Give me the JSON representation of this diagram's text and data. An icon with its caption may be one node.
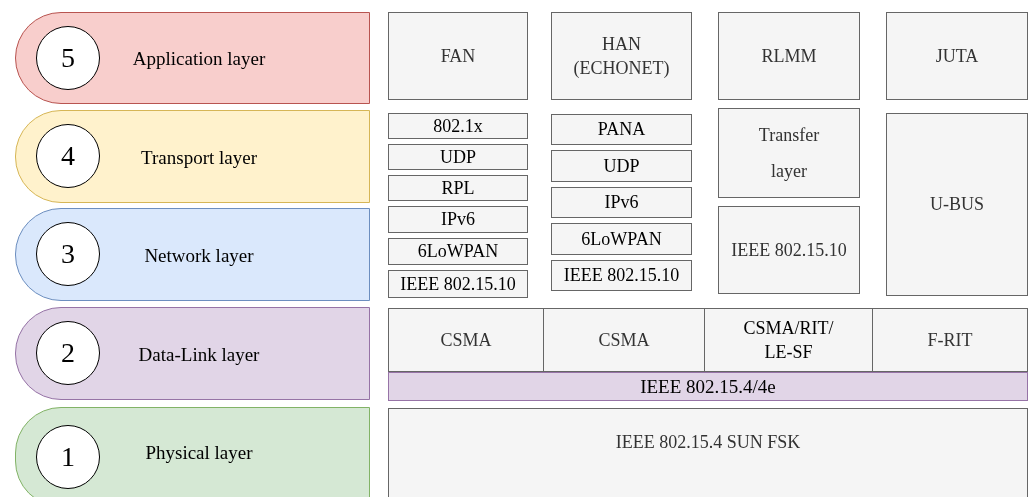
{
  "diagram": {
    "nodes": [
      {
        "text": [
          "Application layer"
        ]
      },
      {
        "text": [
          "5"
        ],
        "in": 0
      },
      {
        "text": [
          "Transport layer"
        ]
      },
      {
        "text": [
          "4"
        ],
        "in": 2
      },
      {
        "text": [
          "Network layer"
        ]
      },
      {
        "text": [
          "3"
        ],
        "in": 4
      },
      {
        "text": [
          "Data-Link layer"
        ]
      },
      {
        "text": [
          "2"
        ],
        "in": 6
      },
      {
        "text": [
          "Physical layer"
        ]
      },
      {
        "text": [
          "1"
        ],
        "in": 8
      },
      {
        "text": [
          "FAN"
        ]
      },
      {
        "text": [
          "HAN (ECHONET)"
        ]
      },
      {
        "text": [
          "RLMM"
        ]
      },
      {
        "text": [
          "JUTA"
        ]
      },
      {
        "text": [
          "802.1x"
        ]
      },
      {
        "text": [
          "UDP"
        ]
      },
      {
        "text": [
          "RPL"
        ]
      },
      {
        "text": [
          "IPv6"
        ]
      },
      {
        "text": [
          "6LoWPAN"
        ]
      },
      {
        "text": [
          "IEEE 802.15.10"
        ]
      },
      {
        "text": [
          "PANA"
        ]
      },
      {
        "text": [
          "UDP"
        ]
      },
      {
        "text": [
          "IPv6"
        ]
      },
      {
        "text": [
          "6LoWPAN"
        ]
      },
      {
        "text": [
          "IEEE 802.15.10"
        ]
      },
      {
        "text": [
          "Transfer layer"
        ]
      },
      {
        "text": [
          "IEEE 802.15.10"
        ]
      },
      {
        "text": [
          "U-BUS"
        ]
      },
      {
        "text": [
          "CSMA"
        ]
      },
      {
        "text": [
          "CSMA"
        ]
      },
      {
        "text": [
          "CSMA/RIT/ LE-SF"
        ]
      },
      {
        "text": [
          "F-RIT"
        ]
      },
      {
        "text": [
          "IEEE 802.15.4/4e"
        ]
      },
      {
        "text": [
          "IEEE 802.15.4 SUN FSK"
        ]
      }
    ]
  }
}
